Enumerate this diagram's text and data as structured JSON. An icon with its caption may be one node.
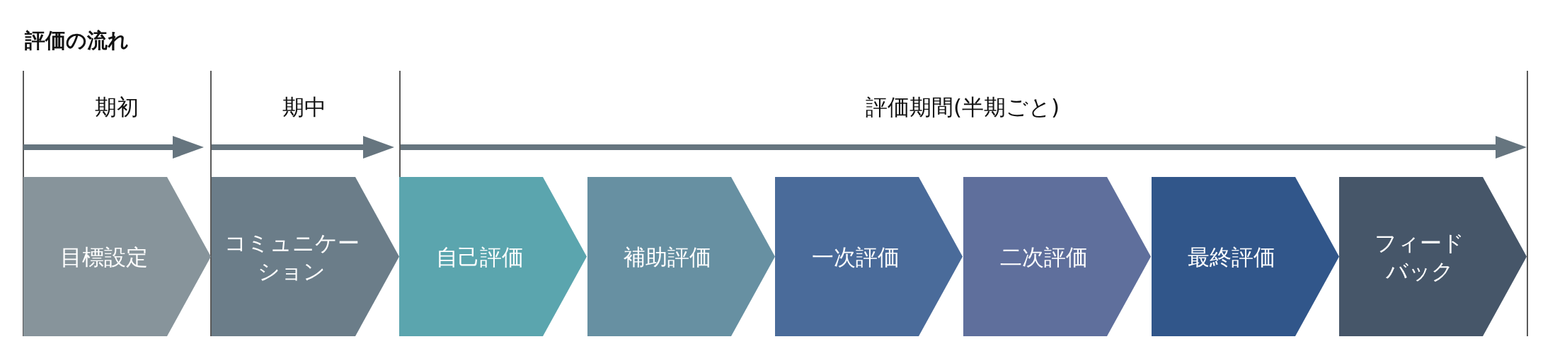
{
  "diagram": {
    "title": "評価の流れ",
    "nodes": [
      {
        "text": [
          "目標設定"
        ]
      },
      {
        "text": [
          "コミュニケーション"
        ]
      },
      {
        "text": [
          "自己評価"
        ]
      },
      {
        "text": [
          "補助評価"
        ]
      },
      {
        "text": [
          "一次評価"
        ]
      },
      {
        "text": [
          "二次評価"
        ]
      },
      {
        "text": [
          "最終評価"
        ]
      },
      {
        "text": [
          "フィードバック"
        ]
      }
    ],
    "labels": [
      "期初",
      "期中",
      "評価期間(半期ごと)"
    ]
  }
}
